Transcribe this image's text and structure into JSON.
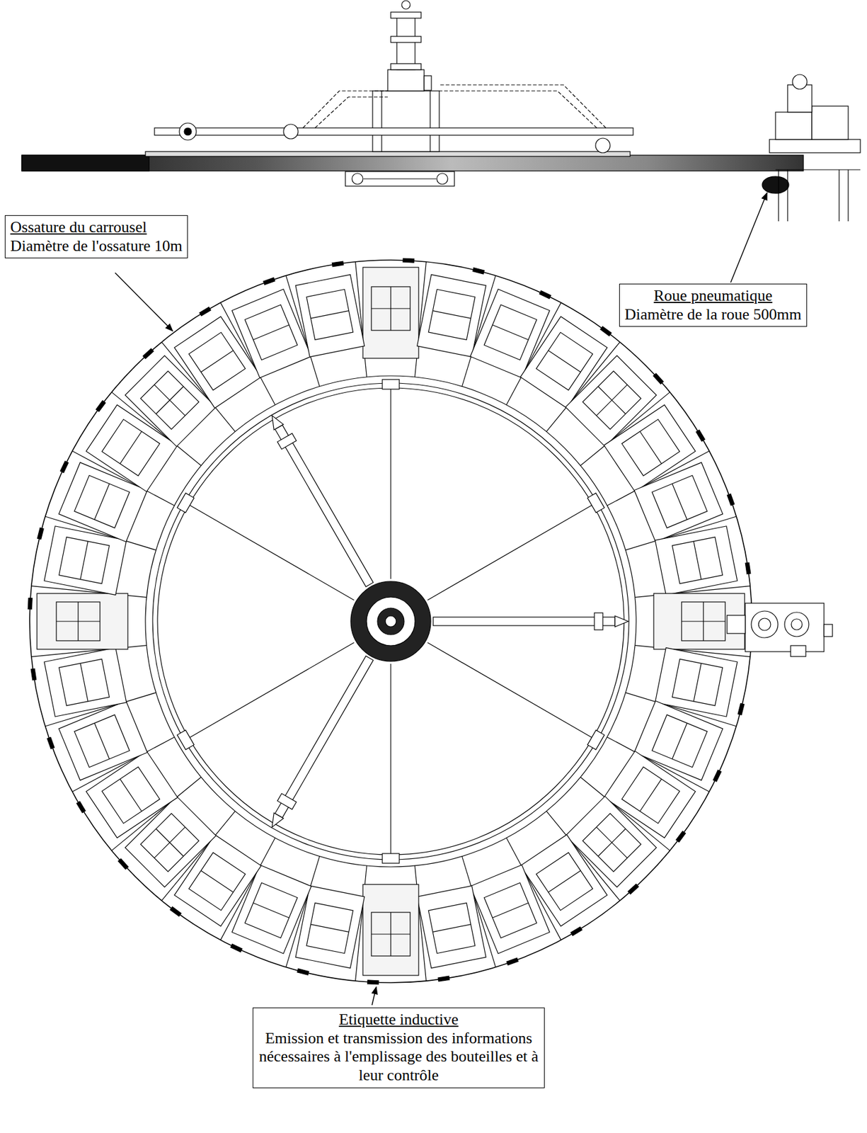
{
  "diagram": {
    "nodes": [
      {
        "text": [
          "Ossature du carrousel",
          "Diamètre de l'ossature 10m"
        ]
      },
      {
        "text": [
          "Roue pneumatique",
          "Diamètre de la roue 500mm"
        ]
      },
      {
        "text": [
          "Etiquette inductive",
          "Emission et transmission des informations nécessaires à l'emplissage des bouteilles et à leur contrôle"
        ]
      }
    ]
  }
}
